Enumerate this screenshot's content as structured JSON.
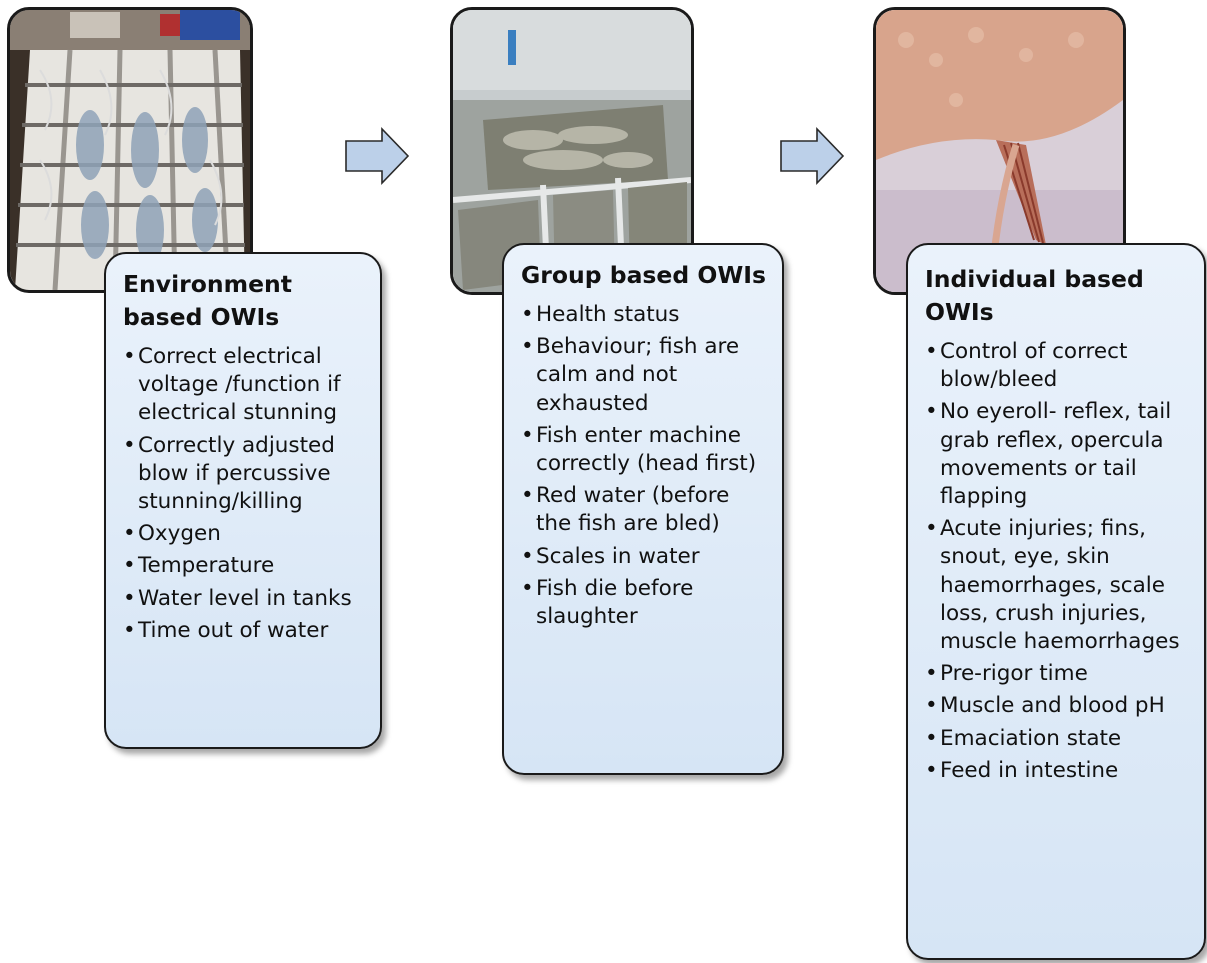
{
  "stages": [
    {
      "title": "Environment based OWIs",
      "items": [
        "Correct electrical voltage /function if electrical stunning",
        "Correctly adjusted blow if percussive stunning/killing",
        "Oxygen",
        "Temperature",
        "Water level in tanks",
        "Time out of water"
      ]
    },
    {
      "title": "Group based OWIs",
      "items": [
        "Health status",
        "Behaviour; fish are calm and not exhausted",
        "Fish enter machine correctly (head first)",
        "Red water (before the fish are bled)",
        "Scales in water",
        "Fish die before slaughter"
      ]
    },
    {
      "title": "Individual based OWIs",
      "items": [
        "Control of correct blow/bleed",
        "No eyeroll- reflex, tail grab reflex, opercula movements  or tail flapping",
        "Acute injuries; fins, snout, eye, skin haemorrhages, scale loss, crush injuries, muscle haemorrhages",
        "Pre-rigor time",
        "Muscle and blood pH",
        "Emaciation state",
        "Feed in intestine"
      ]
    }
  ],
  "colors": {
    "card_fill": "#dce8f6",
    "arrow_fill": "#bcd0e9",
    "outline": "#1a1a1a"
  }
}
